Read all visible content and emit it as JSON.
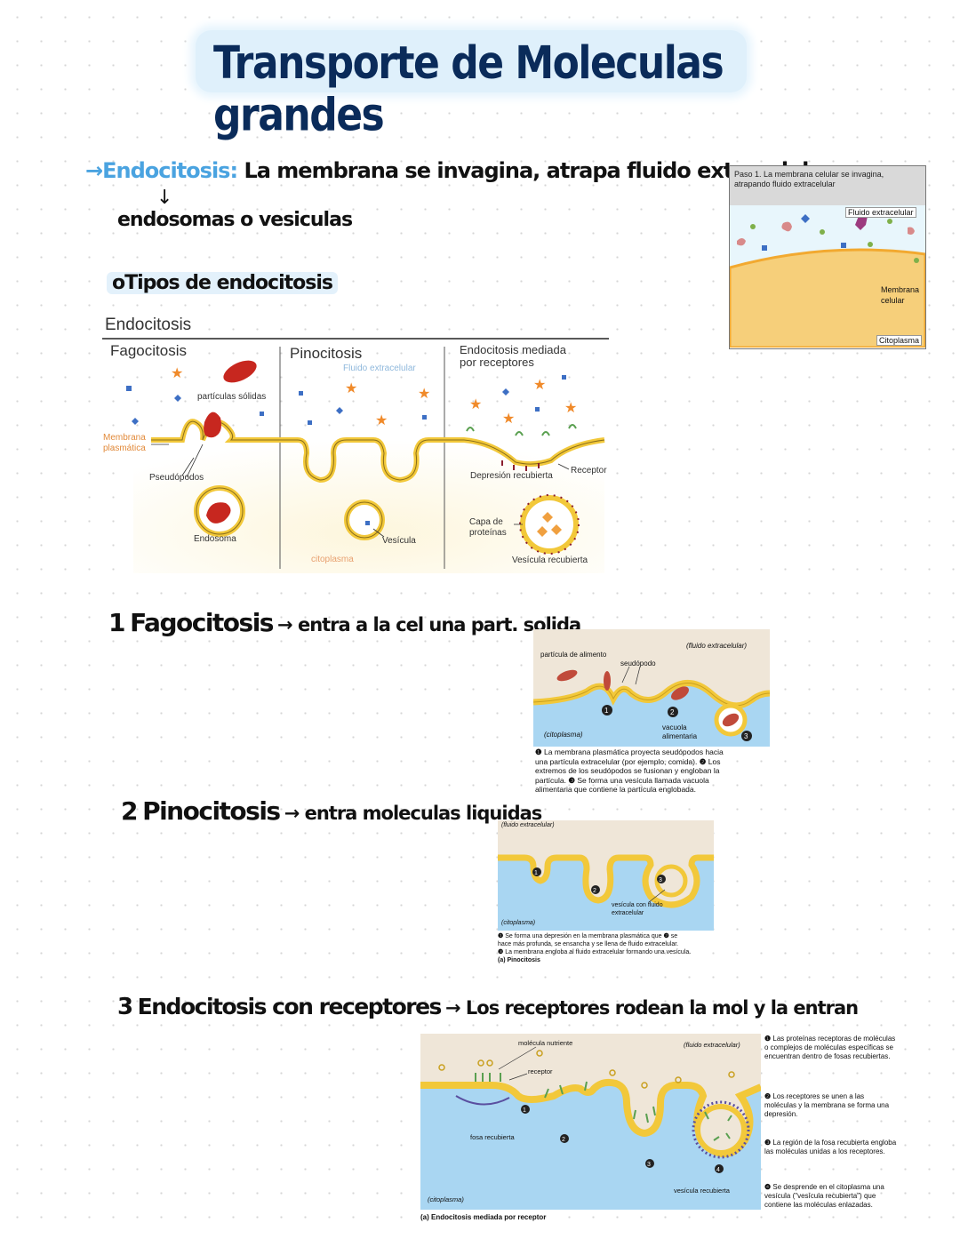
{
  "title": "Transporte de Moleculas grandes",
  "intro": {
    "term": "→Endocitosis:",
    "definition": "La membrana se invagina, atrapa fluido extracelular",
    "arrow": "↓",
    "result": "endosomas o vesiculas",
    "types_heading": "oTipos de endocitosis"
  },
  "paso_figure": {
    "caption": "Paso 1. La membrana celular se invagina, atrapando fluido extracelular",
    "label_fluid": "Fluido extracelular",
    "label_membrane_1": "Membrana",
    "label_membrane_2": "celular",
    "label_cytoplasm": "Citoplasma"
  },
  "types_figure": {
    "heading": "Endocitosis",
    "col1": "Fagocitosis",
    "col2": "Pinocitosis",
    "col3_line1": "Endocitosis mediada",
    "col3_line2": "por receptores",
    "particles": "partículas sólidas",
    "membrane_1": "Membrana",
    "membrane_2": "plasmática",
    "pseudopods": "Pseudópodos",
    "endosome": "Endosoma",
    "extracellular_fluid": "Fluido extracelular",
    "vesicle": "Vesícula",
    "cytoplasm": "citoplasma",
    "coated_pit": "Depresión recubierta",
    "receptor": "Receptor",
    "protein_coat_1": "Capa de",
    "protein_coat_2": "proteínas",
    "coated_vesicle": "Vesícula recubierta"
  },
  "section1": {
    "number": "1",
    "name": "Fagocitosis",
    "text": "→ entra a la cel una part. solida",
    "fig_food_particle": "partícula de alimento",
    "fig_pseudopod": "seudópodo",
    "fig_extracellular": "(fluido extracelular)",
    "fig_cytoplasm": "(citoplasma)",
    "fig_vacuole_1": "vacuola",
    "fig_vacuole_2": "alimentaria",
    "caption_1": "La membrana plasmática proyecta seudópodos hacia",
    "caption_2": "una partícula extracelular (por ejemplo, comida).",
    "caption_3": "Los",
    "caption_4": "extremos de los seudópodos se fusionan y engloban la",
    "caption_5": "partícula.",
    "caption_6": "Se forma una vesícula llamada vacuola",
    "caption_7": "alimentaria que contiene la partícula englobada."
  },
  "section2": {
    "number": "2",
    "name": "Pinocitosis",
    "text": "→ entra moleculas liquidas",
    "fig_extracellular": "(fluido extracelular)",
    "fig_cytoplasm": "(citoplasma)",
    "fig_vesicle_1": "vesícula con fluido",
    "fig_vesicle_2": "extracelular",
    "caption_1": "Se forma una depresión en la membrana plasmática que",
    "caption_1b": "se",
    "caption_2": "hace más profunda, se ensancha y se llena de fluido extracelular.",
    "caption_3": "La membrana engloba al fluido extracelular formando una vesícula.",
    "caption_4": "(a) Pinocitosis"
  },
  "section3": {
    "number": "3",
    "name": "Endocitosis con receptores",
    "text": "→ Los receptores rodean la mol y la entran",
    "fig_nutrient": "molécula nutriente",
    "fig_receptor": "receptor",
    "fig_extracellular": "(fluido extracelular)",
    "fig_coated_pit": "fosa recubierta",
    "fig_cytoplasm": "(citoplasma)",
    "fig_coated_vesicle": "vesícula recubierta",
    "fig_caption": "(a) Endocitosis mediada por receptor",
    "note1_1": "Las proteínas receptoras de moléculas",
    "note1_2": "o complejos de moléculas específicas se",
    "note1_3": "encuentran dentro de fosas recubiertas.",
    "note2_1": "Los receptores se unen a las",
    "note2_2": "moléculas y la membrana se forma una",
    "note2_3": "depresión.",
    "note3_1": "La región de la fosa recubierta engloba",
    "note3_2": "las moléculas unidas a los receptores.",
    "note4_1": "Se desprende en el citoplasma una",
    "note4_2": "vesícula (\"vesícula recubierta\") que",
    "note4_3": "contiene las moléculas enlazadas."
  },
  "colors": {
    "title_bg": "#dff0fb",
    "title_text": "#0a2b5a",
    "accent_blue": "#2a88d4",
    "membrane": "#f2c83a",
    "cytoplasm_blue": "#a9d6f2",
    "extracellular_tan": "#efe6d8"
  }
}
